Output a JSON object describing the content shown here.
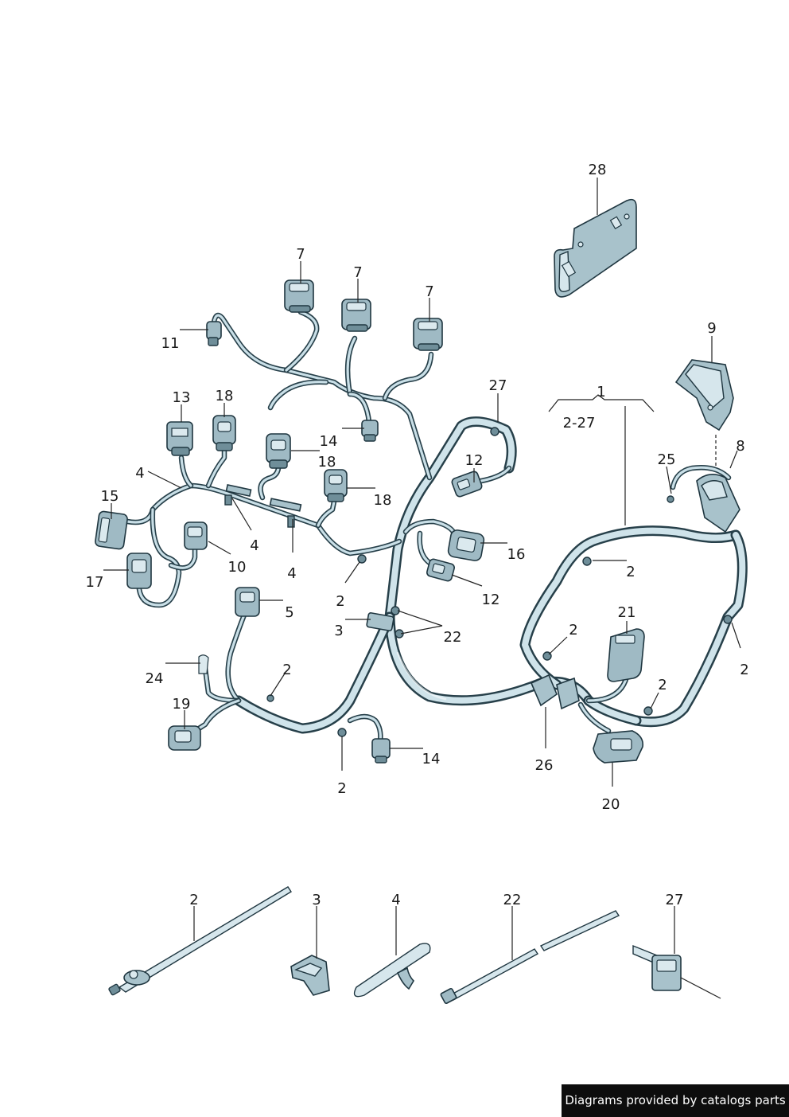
{
  "callouts": {
    "c28": "28",
    "c9": "9",
    "c8": "8",
    "c25": "25",
    "c1": "1",
    "c1range": "2-27",
    "c7a": "7",
    "c7b": "7",
    "c7c": "7",
    "c11": "11",
    "c13": "13",
    "c18a": "18",
    "c14a": "14",
    "c18b": "18",
    "c18c": "18",
    "c27": "27",
    "c12a": "12",
    "c4a": "4",
    "c15": "15",
    "c4b": "4",
    "c10": "10",
    "c4c": "4",
    "c16": "16",
    "c17": "17",
    "c12b": "12",
    "c2a": "2",
    "c2b": "2",
    "c5": "5",
    "c3": "3",
    "c22": "22",
    "c21": "21",
    "c2c": "2",
    "c2d": "2",
    "c24": "24",
    "c2e": "2",
    "c19": "19",
    "c2f": "2",
    "c14b": "14",
    "c26": "26",
    "c2g": "2",
    "c20": "20"
  },
  "detail_callouts": {
    "d2": "2",
    "d3": "3",
    "d4": "4",
    "d22": "22",
    "d27": "27"
  },
  "footer": {
    "credit": "Diagrams provided by catalogs parts"
  },
  "colors": {
    "outline": "#1f3640",
    "fill": "#a8c2cb",
    "footer_bg": "#0d0d0d"
  }
}
